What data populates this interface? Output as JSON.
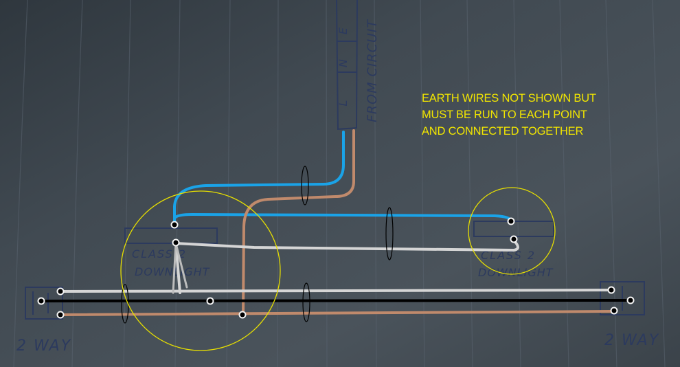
{
  "note": {
    "lines": [
      "EARTH WIRES NOT SHOWN BUT",
      "MUST BE RUN TO EACH POINT",
      "AND CONNECTED TOGETHER"
    ]
  },
  "labels": {
    "supply": "FROM CIRCUIT",
    "supply_terminals": [
      "L",
      "N",
      "E"
    ],
    "downlight_left": [
      "CLASS 2",
      "DOWNLIGHT"
    ],
    "downlight_right": [
      "CLASS 2",
      "DOWNLIGHT"
    ],
    "switch_left": "2 WAY",
    "switch_right": "2 WAY"
  },
  "colors": {
    "paper": "#3c444b",
    "ink": "#2c3a5e",
    "note_yellow": "#f2e600",
    "wire_blue": "#1aa3e8",
    "wire_brown": "#c08a6c",
    "wire_grey": "#d5d5d5",
    "wire_black": "#000000",
    "circle_yellow": "#e8e000"
  }
}
